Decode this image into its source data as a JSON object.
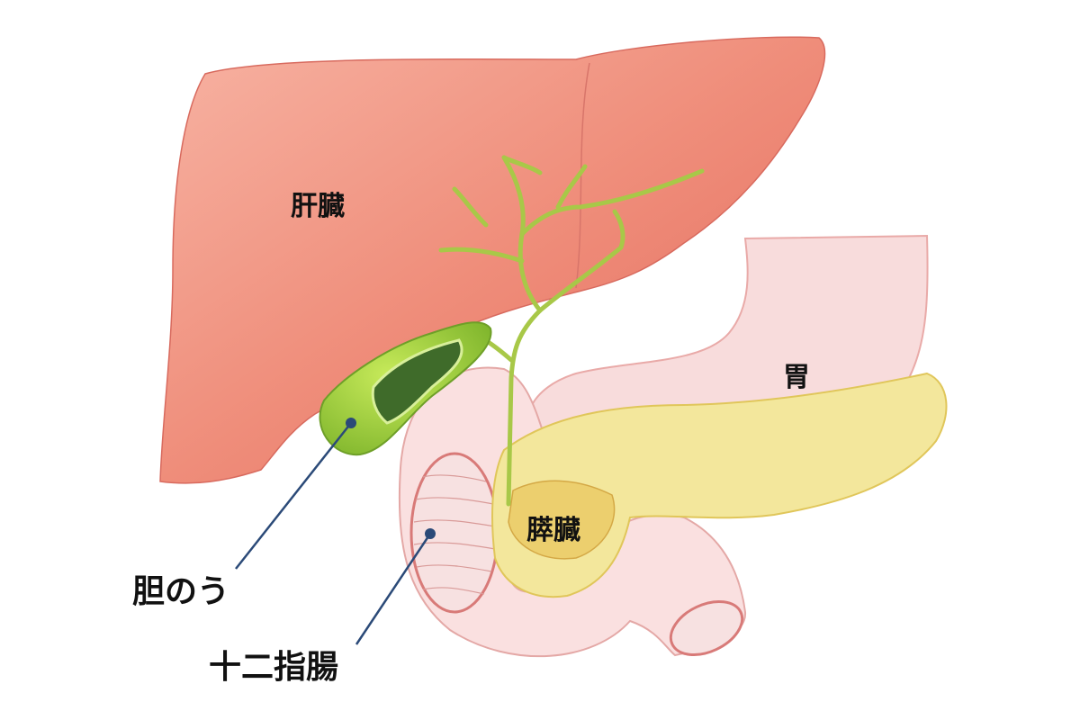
{
  "labels": {
    "liver": "肝臓",
    "stomach": "胃",
    "pancreas": "膵臓",
    "gallbladder": "胆のう",
    "duodenum": "十二指腸"
  },
  "colors": {
    "liver": "#ee8a78",
    "stomach": "#f8dcdc",
    "pancreas": "#f3e79c",
    "gallbladder": "#9ccf3a",
    "bile_duct": "#a8c848",
    "leader_line": "#2b4a78"
  }
}
